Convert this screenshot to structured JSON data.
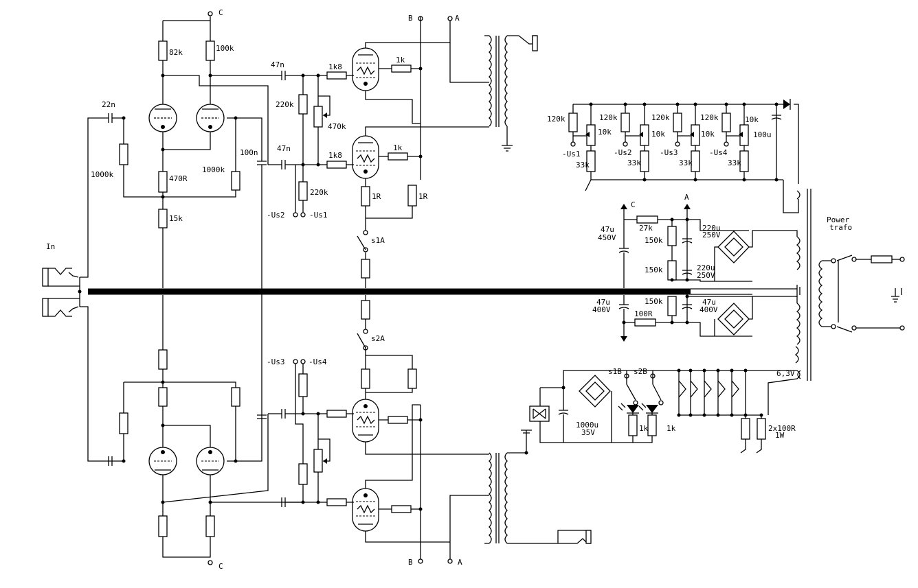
{
  "labels": {
    "C": "C",
    "B": "B",
    "A": "A",
    "in": "In",
    "r82k": "82k",
    "r100k": "100k",
    "c22n": "22n",
    "r1000k_a": "1000k",
    "r1000k_b": "1000k",
    "r470R": "470R",
    "r15k": "15k",
    "c100n": "100n",
    "c47n_a": "47n",
    "c47n_b": "47n",
    "r220k_a": "220k",
    "r220k_b": "220k",
    "p470k": "470k",
    "r1k8_a": "1k8",
    "r1k8_b": "1k8",
    "r1k_a": "1k",
    "r1k_b": "1k",
    "r1R_a": "1R",
    "r1R_b": "1R",
    "us1": "-Us1",
    "us2": "-Us2",
    "us3": "-Us3",
    "us4": "-Us4",
    "s1A": "s1A",
    "s2A": "s2A",
    "s1B": "s1B",
    "s2B": "s2B",
    "bias_120k_1": "120k",
    "bias_120k_2": "120k",
    "bias_120k_3": "120k",
    "bias_120k_4": "120k",
    "bias_10k_1": "10k",
    "bias_10k_2": "10k",
    "bias_10k_3": "10k",
    "bias_10k_4": "10k",
    "bias_33k_1": "33k",
    "bias_33k_2": "33k",
    "bias_33k_3": "33k",
    "bias_33k_4": "33k",
    "bias_100u": "100u",
    "c47u_450": "47u",
    "v450": "450V",
    "r27k": "27k",
    "r150k_1": "150k",
    "r150k_2": "150k",
    "r150k_3": "150k",
    "c220u_1": "220u",
    "v250_1": "250V",
    "c220u_2": "220u",
    "v250_2": "250V",
    "c47u_400a": "47u",
    "v400a": "400V",
    "r100R": "100R",
    "c47u_400b": "47u",
    "v400b": "400V",
    "power": "Power",
    "trafo": "trafo",
    "v63": "6,3V",
    "c1000u": "1000u",
    "v35": "35V",
    "led_1k_a": "1k",
    "led_1k_b": "1k",
    "r2x100R": "2x100R",
    "w1": "1W"
  }
}
